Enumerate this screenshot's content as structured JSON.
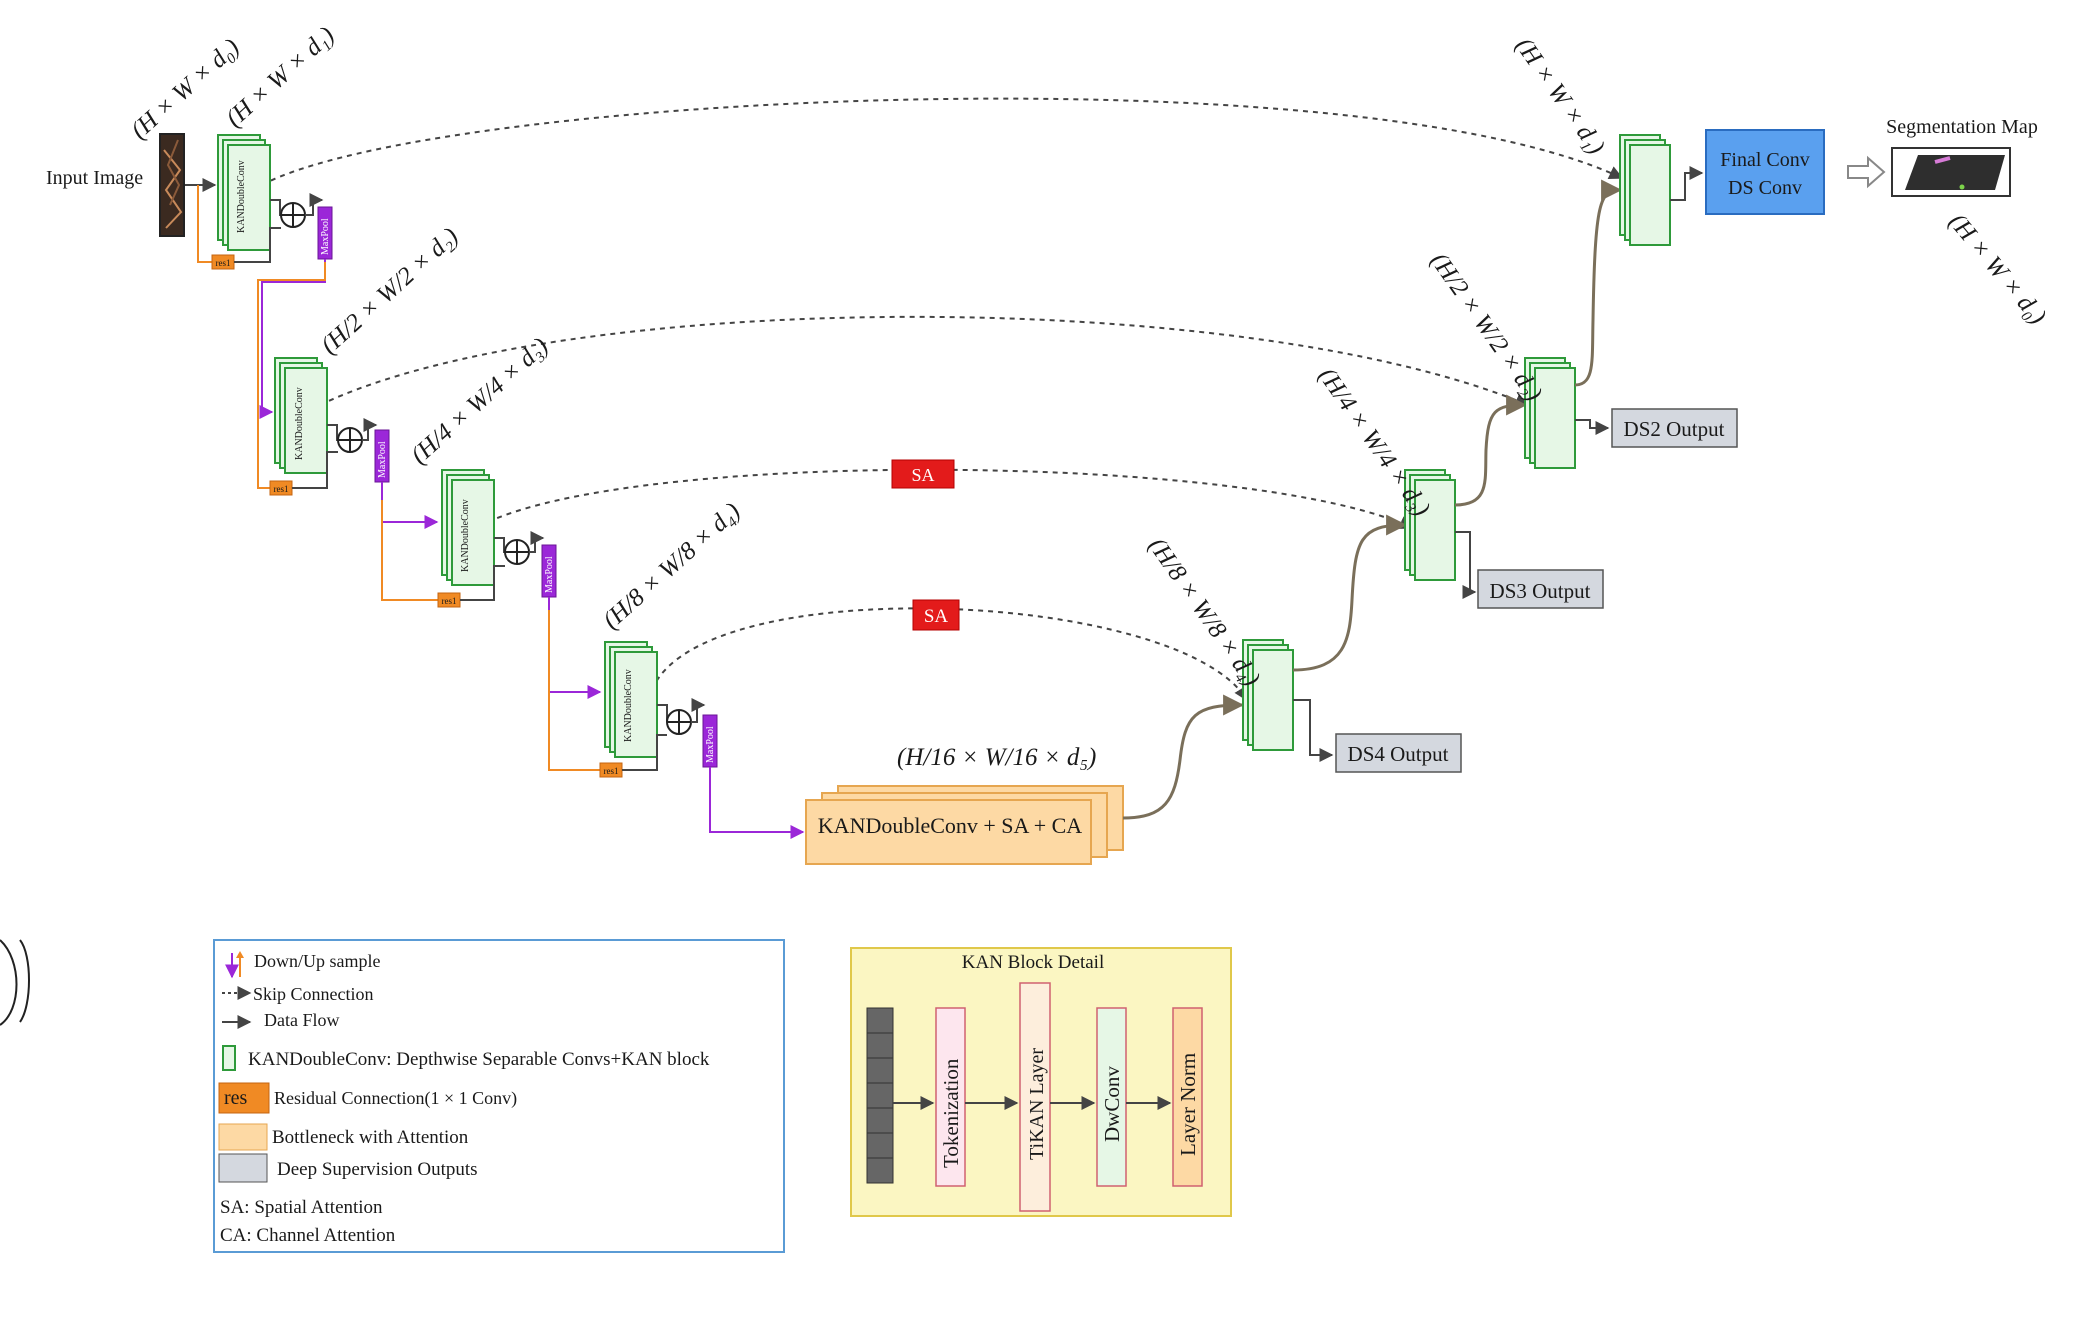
{
  "labels": {
    "input_image": "Input Image",
    "segmentation_map": "Segmentation Map",
    "block": "KANDoubleConv",
    "maxpool": "MaxPool",
    "res": "res1",
    "sa": "SA",
    "bottleneck": "KANDoubleConv + SA + CA",
    "final_conv_1": "Final Conv",
    "final_conv_2": "DS Conv",
    "ds2": "DS2 Output",
    "ds3": "DS3 Output",
    "ds4": "DS4 Output"
  },
  "dimensions": {
    "d0": "(H × W × d₀)",
    "d1": "(H × W × d₁)",
    "d2": "(H/2 × W/2 × d₂)",
    "d3": "(H/4 × W/4 × d₃)",
    "d4": "(H/8 × W/8 × d₄)",
    "d5": "(H/16 × W/16 × d₅)",
    "out_d1": "(H × W × d₁)",
    "out_d2": "(H/2 × W/2 × d₂)",
    "out_d3": "(H/4 × W/4 × d₃)",
    "out_d4": "(H/8 × W/8 × d₄)",
    "out_d0": "(H × W × d₀)"
  },
  "legend": {
    "down_up": "Down/Up sample",
    "skip": "Skip Connection",
    "flow": "Data Flow",
    "kan": "KANDoubleConv: Depthwise Separable Convs+KAN block",
    "res_tag": "res",
    "res": "Residual Connection(1 × 1 Conv)",
    "bottleneck": "Bottleneck with Attention",
    "deep_sup": "Deep Supervision Outputs",
    "sa": "SA: Spatial Attention",
    "ca": "CA: Channel Attention"
  },
  "kan_detail": {
    "title": "KAN Block Detail",
    "tokenization": "Tokenization",
    "tikan": "TiKAN Layer",
    "dwconv": "DwConv",
    "layernorm": "Layer Norm"
  },
  "colors": {
    "green_fill": "#e6f7e6",
    "green_stroke": "#2e9a3a",
    "purple": "#9b27d8",
    "orange": "#f08a24",
    "red_sa": "#e31b1b",
    "bottleneck_fill": "#fdd9a4",
    "blue_final": "#5aa0ef",
    "grey_output": "#d4d8df",
    "kan_panel": "#fbf6c2",
    "brown_flow": "#7a6f5a"
  }
}
